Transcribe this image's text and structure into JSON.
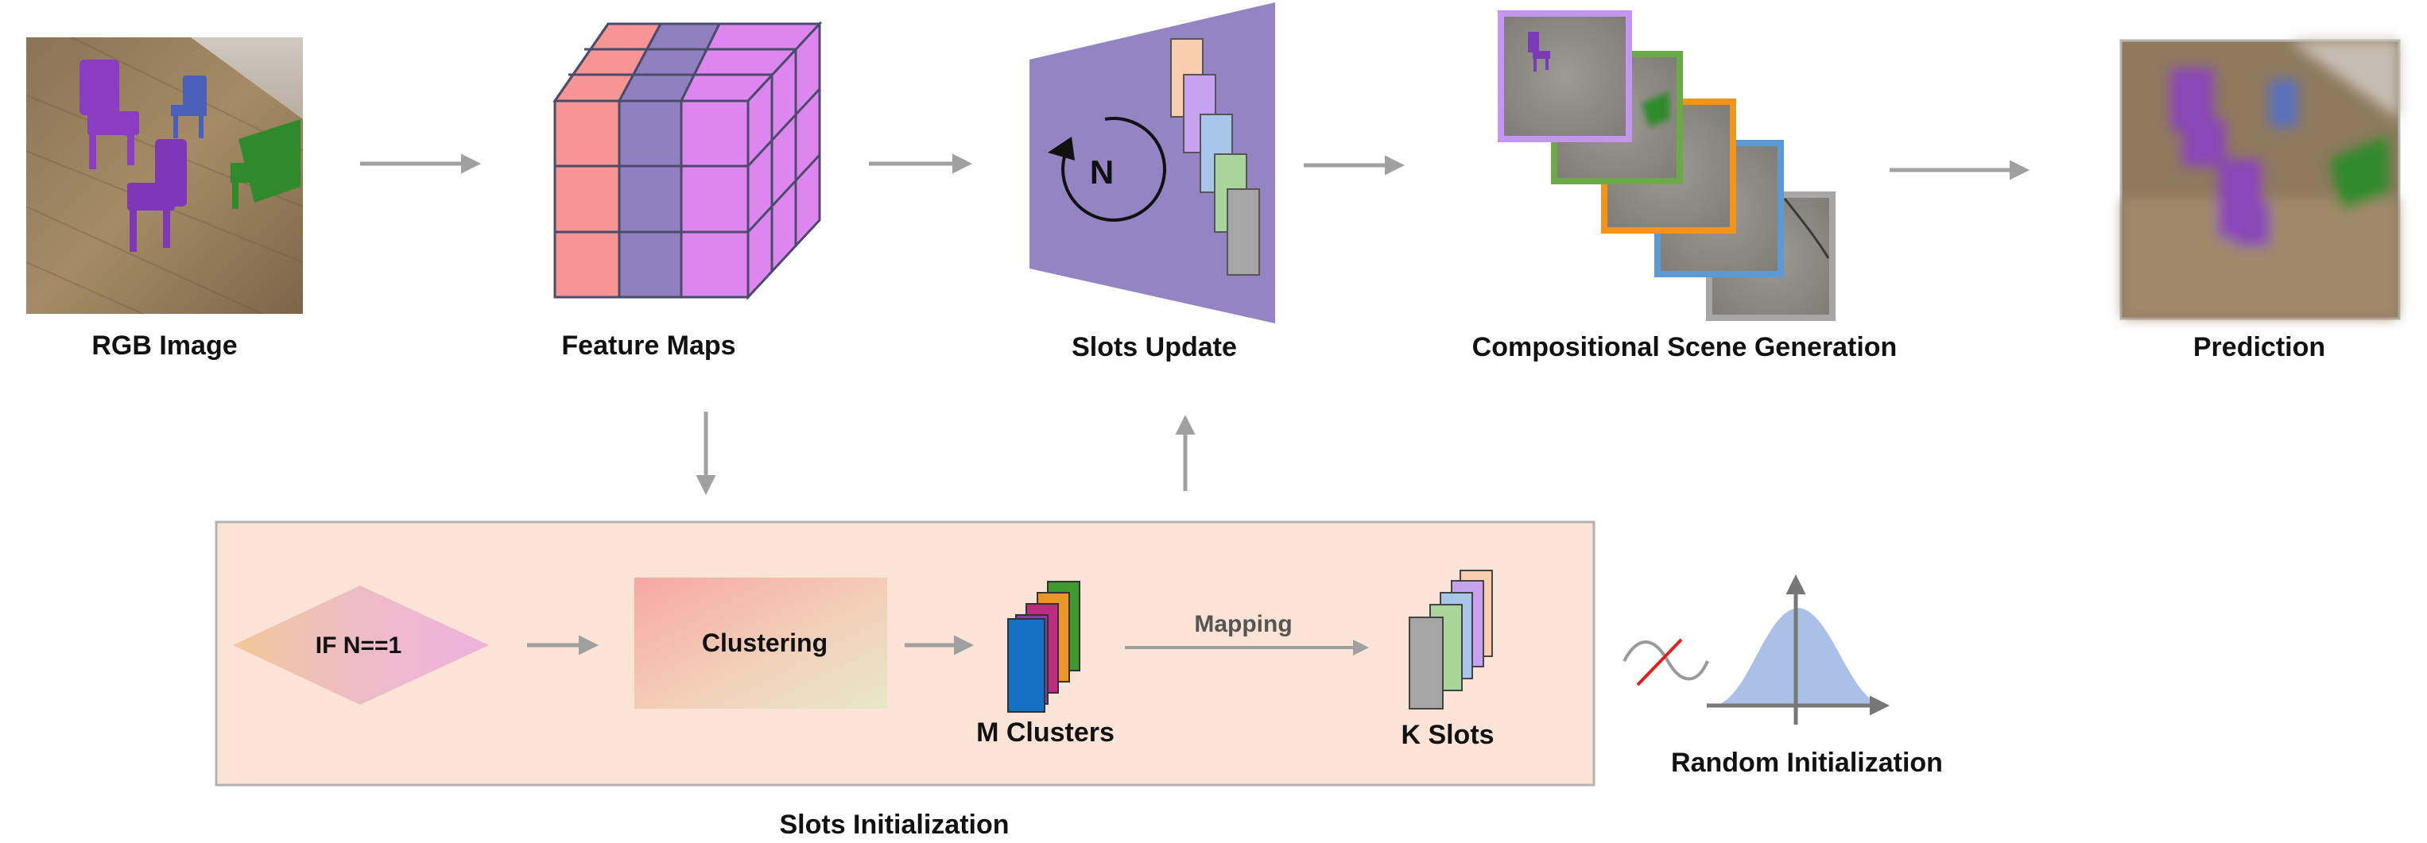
{
  "stages": {
    "rgb_image": "RGB Image",
    "feature_maps": "Feature Maps",
    "slots_update": "Slots  Update",
    "scene_generation": "Compositional Scene Generation",
    "prediction": "Prediction"
  },
  "slots_update_symbol": "N",
  "init_box": {
    "title": "Slots Initialization",
    "condition": "IF N==1",
    "clustering": "Clustering",
    "clusters": "M Clusters",
    "mapping": "Mapping",
    "slots": "K Slots"
  },
  "random_init": "Random Initialization",
  "icons": [
    "rotate-icon",
    "not-equivalent-icon",
    "gaussian-distribution-icon"
  ],
  "colors": {
    "arrow": "#a0a0a0",
    "slots_update_panel": "#9484c4",
    "init_box_fill": "#fbe3d6",
    "cube_red": "#f79494",
    "cube_purple": "#9080c0",
    "cube_pink": "#de86ef",
    "frame_purple": "#c496f4",
    "frame_green": "#6aab48",
    "frame_orange": "#f3941d",
    "frame_blue": "#5b9bd5",
    "frame_gray": "#a6a6a6",
    "gaussian_fill": "#aac0e6"
  }
}
